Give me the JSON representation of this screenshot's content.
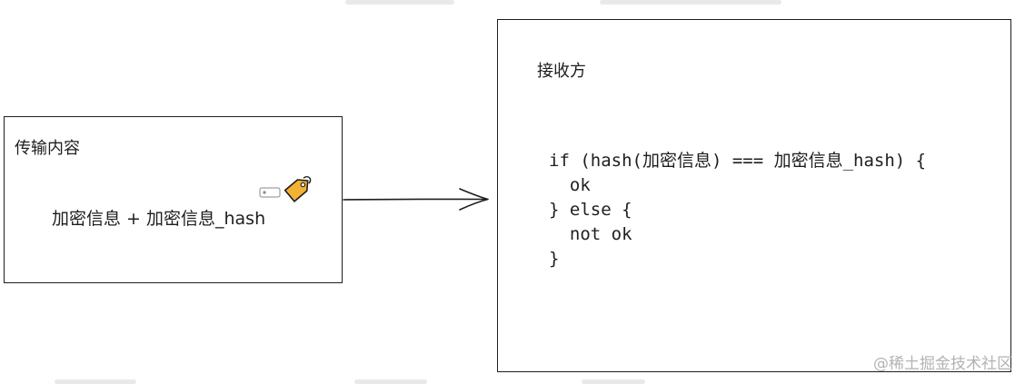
{
  "left": {
    "title": "传输内容",
    "content": "加密信息 + 加密信息_hash"
  },
  "right": {
    "title": "接收方",
    "code": [
      "if (hash(加密信息) === 加密信息_hash) {",
      "  ok",
      "} else {",
      "  not ok",
      "}"
    ]
  },
  "icons": {
    "tag": "tag-icon",
    "arrow": "arrow-right-icon"
  },
  "watermark": "@稀土掘金技术社区",
  "colors": {
    "stroke": "#1e1e1e",
    "tag_fill": "#f2b233",
    "watermark": "#b3b3b3"
  }
}
